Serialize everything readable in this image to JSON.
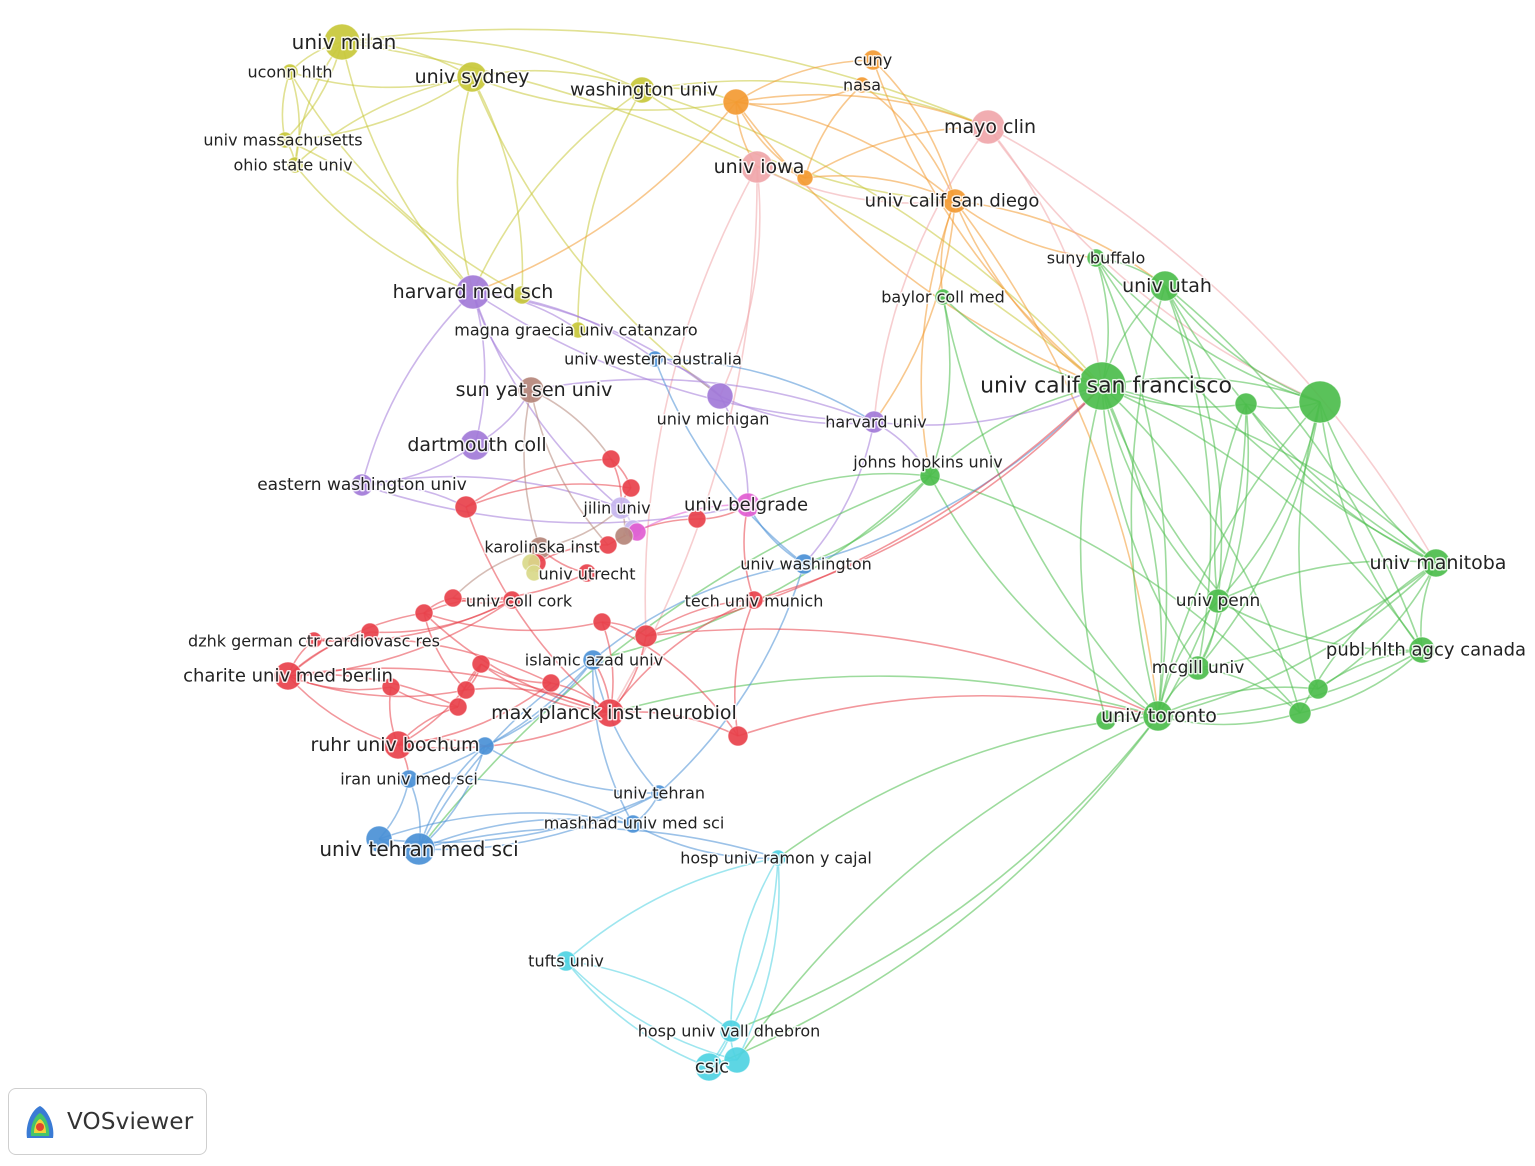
{
  "brand": {
    "name": "VOSviewer",
    "icon": "vosviewer-logo-icon"
  },
  "clusters": {
    "red": "#e8414b",
    "green": "#4cbd4c",
    "blue": "#4a90d6",
    "yellow": "#c8c83a",
    "purple": "#a27ad8",
    "cyan": "#4fd2e2",
    "orange": "#f39a32",
    "brown": "#b5867a",
    "pink": "#f0a6aa",
    "magenta": "#e15cd1",
    "lightyellow": "#d9d98a",
    "lightpurple": "#c7b6ef"
  },
  "nodes": [
    {
      "id": "milan",
      "label": "univ milan",
      "cluster": "yellow",
      "weight": 18
    },
    {
      "id": "uconn",
      "label": "uconn hlth",
      "cluster": "yellow",
      "weight": 8
    },
    {
      "id": "sydney",
      "label": "univ sydney",
      "cluster": "yellow",
      "weight": 15
    },
    {
      "id": "umass",
      "label": "univ massachusetts",
      "cluster": "yellow",
      "weight": 8
    },
    {
      "id": "ohio",
      "label": "ohio state univ",
      "cluster": "yellow",
      "weight": 8
    },
    {
      "id": "wash",
      "label": "washington univ",
      "cluster": "yellow",
      "weight": 13
    },
    {
      "id": "magna",
      "label": "magna graecia univ catanzaro",
      "cluster": "yellow",
      "weight": 8
    },
    {
      "id": "hms_y",
      "label": "",
      "cluster": "yellow",
      "weight": 9
    },
    {
      "id": "cuny",
      "label": "cuny",
      "cluster": "orange",
      "weight": 10
    },
    {
      "id": "nasa",
      "label": "nasa",
      "cluster": "orange",
      "weight": 8
    },
    {
      "id": "org1",
      "label": "",
      "cluster": "orange",
      "weight": 13
    },
    {
      "id": "org2",
      "label": "",
      "cluster": "orange",
      "weight": 8
    },
    {
      "id": "ucsd",
      "label": "univ calif san diego",
      "cluster": "orange",
      "weight": 12
    },
    {
      "id": "mayo",
      "label": "mayo clin",
      "cluster": "pink",
      "weight": 17
    },
    {
      "id": "iowa",
      "label": "univ iowa",
      "cluster": "pink",
      "weight": 16
    },
    {
      "id": "hms",
      "label": "harvard med sch",
      "cluster": "purple",
      "weight": 17
    },
    {
      "id": "dartmouth",
      "label": "dartmouth coll",
      "cluster": "purple",
      "weight": 15
    },
    {
      "id": "ewu",
      "label": "eastern washington univ",
      "cluster": "purple",
      "weight": 11
    },
    {
      "id": "umich",
      "label": "univ michigan",
      "cluster": "purple",
      "weight": 13
    },
    {
      "id": "harvard",
      "label": "harvard univ",
      "cluster": "purple",
      "weight": 11
    },
    {
      "id": "sysu",
      "label": "sun yat sen univ",
      "cluster": "brown",
      "weight": 13
    },
    {
      "id": "belgrade",
      "label": "univ belgrade",
      "cluster": "magenta",
      "weight": 12
    },
    {
      "id": "jilin",
      "label": "jilin univ",
      "cluster": "lightpurple",
      "weight": 11
    },
    {
      "id": "ucsf",
      "label": "univ calif san francisco",
      "cluster": "green",
      "weight": 24
    },
    {
      "id": "g_big",
      "label": "",
      "cluster": "green",
      "weight": 21
    },
    {
      "id": "g_mid",
      "label": "",
      "cluster": "green",
      "weight": 11
    },
    {
      "id": "utah",
      "label": "univ utah",
      "cluster": "green",
      "weight": 15
    },
    {
      "id": "buffalo",
      "label": "suny buffalo",
      "cluster": "green",
      "weight": 9
    },
    {
      "id": "baylor",
      "label": "baylor coll med",
      "cluster": "green",
      "weight": 8
    },
    {
      "id": "jhu",
      "label": "johns hopkins univ",
      "cluster": "green",
      "weight": 10
    },
    {
      "id": "manitoba",
      "label": "univ manitoba",
      "cluster": "green",
      "weight": 14
    },
    {
      "id": "penn",
      "label": "univ penn",
      "cluster": "green",
      "weight": 12
    },
    {
      "id": "phac",
      "label": "publ hlth agcy canada",
      "cluster": "green",
      "weight": 13
    },
    {
      "id": "mcgill",
      "label": "mcgill univ",
      "cluster": "green",
      "weight": 12
    },
    {
      "id": "toronto",
      "label": "univ toronto",
      "cluster": "green",
      "weight": 15
    },
    {
      "id": "g_a",
      "label": "",
      "cluster": "green",
      "weight": 10
    },
    {
      "id": "g_b",
      "label": "",
      "cluster": "green",
      "weight": 11
    },
    {
      "id": "g_c",
      "label": "",
      "cluster": "green",
      "weight": 10
    },
    {
      "id": "uwa",
      "label": "univ western australia",
      "cluster": "blue",
      "weight": 8
    },
    {
      "id": "uwash",
      "label": "univ washington",
      "cluster": "blue",
      "weight": 10
    },
    {
      "id": "azad",
      "label": "islamic azad univ",
      "cluster": "blue",
      "weight": 10
    },
    {
      "id": "iran",
      "label": "iran univ med sci",
      "cluster": "blue",
      "weight": 9
    },
    {
      "id": "tehran",
      "label": "univ tehran",
      "cluster": "blue",
      "weight": 8
    },
    {
      "id": "mashhad",
      "label": "mashhad univ med sci",
      "cluster": "blue",
      "weight": 9
    },
    {
      "id": "tums",
      "label": "univ tehran med sci",
      "cluster": "blue",
      "weight": 16
    },
    {
      "id": "b_left",
      "label": "",
      "cluster": "blue",
      "weight": 13
    },
    {
      "id": "b_ruhr",
      "label": "",
      "cluster": "blue",
      "weight": 9
    },
    {
      "id": "ramon",
      "label": "hosp univ ramon y cajal",
      "cluster": "cyan",
      "weight": 8
    },
    {
      "id": "tufts",
      "label": "tufts univ",
      "cluster": "cyan",
      "weight": 10
    },
    {
      "id": "vall",
      "label": "hosp univ vall dhebron",
      "cluster": "cyan",
      "weight": 11
    },
    {
      "id": "csic",
      "label": "csic",
      "cluster": "cyan",
      "weight": 14
    },
    {
      "id": "c_x",
      "label": "",
      "cluster": "cyan",
      "weight": 13
    },
    {
      "id": "karolinska",
      "label": "karolinska inst",
      "cluster": "brown",
      "weight": 11
    },
    {
      "id": "utrecht",
      "label": "univ utrecht",
      "cluster": "red",
      "weight": 9
    },
    {
      "id": "cork",
      "label": "univ coll cork",
      "cluster": "red",
      "weight": 9
    },
    {
      "id": "tum",
      "label": "tech univ munich",
      "cluster": "red",
      "weight": 9
    },
    {
      "id": "dzhk",
      "label": "dzhk german ctr cardiovasc res",
      "cluster": "red",
      "weight": 8
    },
    {
      "id": "charite",
      "label": "charite univ med berlin",
      "cluster": "red",
      "weight": 14
    },
    {
      "id": "mpi",
      "label": "max planck inst neurobiol",
      "cluster": "red",
      "weight": 14
    },
    {
      "id": "ruhr",
      "label": "ruhr univ bochum",
      "cluster": "red",
      "weight": 14
    },
    {
      "id": "r1",
      "label": "",
      "cluster": "red",
      "weight": 9
    },
    {
      "id": "r2",
      "label": "",
      "cluster": "red",
      "weight": 9
    },
    {
      "id": "r3",
      "label": "",
      "cluster": "red",
      "weight": 9
    },
    {
      "id": "r4",
      "label": "",
      "cluster": "red",
      "weight": 9
    },
    {
      "id": "r5",
      "label": "",
      "cluster": "red",
      "weight": 9
    },
    {
      "id": "r6",
      "label": "",
      "cluster": "red",
      "weight": 9
    },
    {
      "id": "r7",
      "label": "",
      "cluster": "red",
      "weight": 11
    },
    {
      "id": "r8",
      "label": "",
      "cluster": "red",
      "weight": 10
    },
    {
      "id": "r9",
      "label": "",
      "cluster": "red",
      "weight": 9
    },
    {
      "id": "r10",
      "label": "",
      "cluster": "red",
      "weight": 9
    },
    {
      "id": "r11",
      "label": "",
      "cluster": "red",
      "weight": 9
    },
    {
      "id": "r12",
      "label": "",
      "cluster": "red",
      "weight": 9
    },
    {
      "id": "r13",
      "label": "",
      "cluster": "red",
      "weight": 11
    },
    {
      "id": "r14",
      "label": "",
      "cluster": "red",
      "weight": 9
    },
    {
      "id": "r15",
      "label": "",
      "cluster": "red",
      "weight": 9
    },
    {
      "id": "r16",
      "label": "",
      "cluster": "red",
      "weight": 9
    },
    {
      "id": "r17",
      "label": "",
      "cluster": "red",
      "weight": 9
    },
    {
      "id": "ly1",
      "label": "",
      "cluster": "lightyellow",
      "weight": 9
    },
    {
      "id": "ly2",
      "label": "",
      "cluster": "lightyellow",
      "weight": 8
    },
    {
      "id": "lp1",
      "label": "",
      "cluster": "lightpurple",
      "weight": 9
    },
    {
      "id": "mg1",
      "label": "",
      "cluster": "magenta",
      "weight": 9
    },
    {
      "id": "br1",
      "label": "",
      "cluster": "brown",
      "weight": 9
    }
  ],
  "edges": [
    [
      "milan",
      "sydney"
    ],
    [
      "milan",
      "uconn"
    ],
    [
      "milan",
      "umass"
    ],
    [
      "milan",
      "ohio"
    ],
    [
      "milan",
      "wash"
    ],
    [
      "milan",
      "hms"
    ],
    [
      "milan",
      "mayo"
    ],
    [
      "uconn",
      "umass"
    ],
    [
      "uconn",
      "ohio"
    ],
    [
      "uconn",
      "sydney"
    ],
    [
      "umass",
      "ohio"
    ],
    [
      "umass",
      "sydney"
    ],
    [
      "ohio",
      "sydney"
    ],
    [
      "ohio",
      "hms"
    ],
    [
      "sydney",
      "wash"
    ],
    [
      "sydney",
      "hms"
    ],
    [
      "sydney",
      "hms_y"
    ],
    [
      "sydney",
      "org1"
    ],
    [
      "wash",
      "org1"
    ],
    [
      "wash",
      "hms"
    ],
    [
      "wash",
      "mayo"
    ],
    [
      "wash",
      "ucsd"
    ],
    [
      "wash",
      "ucsf"
    ],
    [
      "wash",
      "magna"
    ],
    [
      "umass",
      "hms"
    ],
    [
      "uconn",
      "hms_y"
    ],
    [
      "milan",
      "ucsf"
    ],
    [
      "sydney",
      "umich"
    ],
    [
      "org1",
      "cuny"
    ],
    [
      "org1",
      "nasa"
    ],
    [
      "org1",
      "mayo"
    ],
    [
      "org1",
      "iowa"
    ],
    [
      "org1",
      "ucsd"
    ],
    [
      "org1",
      "ucsf"
    ],
    [
      "org1",
      "hms"
    ],
    [
      "org1",
      "org2"
    ],
    [
      "cuny",
      "ucsd"
    ],
    [
      "cuny",
      "ucsf"
    ],
    [
      "nasa",
      "ucsd"
    ],
    [
      "nasa",
      "org2"
    ],
    [
      "org2",
      "ucsd"
    ],
    [
      "org2",
      "iowa"
    ],
    [
      "org2",
      "mayo"
    ],
    [
      "ucsd",
      "ucsf"
    ],
    [
      "ucsd",
      "utah"
    ],
    [
      "ucsd",
      "baylor"
    ],
    [
      "ucsd",
      "toronto"
    ],
    [
      "ucsd",
      "buffalo"
    ],
    [
      "ucsd",
      "harvard"
    ],
    [
      "ucsd",
      "jhu"
    ],
    [
      "mayo",
      "ucsf"
    ],
    [
      "mayo",
      "harvard"
    ],
    [
      "mayo",
      "manitoba"
    ],
    [
      "mayo",
      "g_big"
    ],
    [
      "iowa",
      "umich"
    ],
    [
      "iowa",
      "r13"
    ],
    [
      "iowa",
      "mpi"
    ],
    [
      "iowa",
      "ucsd"
    ],
    [
      "hms",
      "dartmouth"
    ],
    [
      "hms",
      "ewu"
    ],
    [
      "hms",
      "umich"
    ],
    [
      "hms",
      "harvard"
    ],
    [
      "hms",
      "magna"
    ],
    [
      "hms",
      "sysu"
    ],
    [
      "hms",
      "uwa"
    ],
    [
      "hms",
      "jilin"
    ],
    [
      "dartmouth",
      "ewu"
    ],
    [
      "dartmouth",
      "sysu"
    ],
    [
      "ewu",
      "jilin"
    ],
    [
      "ewu",
      "belgrade"
    ],
    [
      "ewu",
      "r7"
    ],
    [
      "umich",
      "harvard"
    ],
    [
      "umich",
      "belgrade"
    ],
    [
      "umich",
      "uwa"
    ],
    [
      "harvard",
      "jhu"
    ],
    [
      "harvard",
      "ucsf"
    ],
    [
      "harvard",
      "uwash"
    ],
    [
      "harvard",
      "sysu"
    ],
    [
      "ucsf",
      "g_big"
    ],
    [
      "ucsf",
      "g_mid"
    ],
    [
      "ucsf",
      "utah"
    ],
    [
      "ucsf",
      "buffalo"
    ],
    [
      "ucsf",
      "baylor"
    ],
    [
      "ucsf",
      "jhu"
    ],
    [
      "ucsf",
      "manitoba"
    ],
    [
      "ucsf",
      "penn"
    ],
    [
      "ucsf",
      "phac"
    ],
    [
      "ucsf",
      "mcgill"
    ],
    [
      "ucsf",
      "toronto"
    ],
    [
      "ucsf",
      "g_a"
    ],
    [
      "ucsf",
      "g_b"
    ],
    [
      "ucsf",
      "g_c"
    ],
    [
      "g_big",
      "utah"
    ],
    [
      "g_big",
      "manitoba"
    ],
    [
      "g_big",
      "penn"
    ],
    [
      "g_big",
      "phac"
    ],
    [
      "g_big",
      "mcgill"
    ],
    [
      "g_big",
      "toronto"
    ],
    [
      "g_big",
      "g_mid"
    ],
    [
      "g_big",
      "g_a"
    ],
    [
      "g_big",
      "buffalo"
    ],
    [
      "g_mid",
      "penn"
    ],
    [
      "g_mid",
      "toronto"
    ],
    [
      "g_mid",
      "manitoba"
    ],
    [
      "g_mid",
      "mcgill"
    ],
    [
      "utah",
      "toronto"
    ],
    [
      "utah",
      "penn"
    ],
    [
      "utah",
      "manitoba"
    ],
    [
      "utah",
      "phac"
    ],
    [
      "utah",
      "buffalo"
    ],
    [
      "utah",
      "mcgill"
    ],
    [
      "buffalo",
      "manitoba"
    ],
    [
      "buffalo",
      "toronto"
    ],
    [
      "baylor",
      "toronto"
    ],
    [
      "baylor",
      "jhu"
    ],
    [
      "manitoba",
      "phac"
    ],
    [
      "manitoba",
      "toronto"
    ],
    [
      "manitoba",
      "penn"
    ],
    [
      "manitoba",
      "g_a"
    ],
    [
      "manitoba",
      "g_b"
    ],
    [
      "manitoba",
      "mcgill"
    ],
    [
      "penn",
      "toronto"
    ],
    [
      "penn",
      "mcgill"
    ],
    [
      "penn",
      "phac"
    ],
    [
      "phac",
      "toronto"
    ],
    [
      "phac",
      "g_a"
    ],
    [
      "phac",
      "g_b"
    ],
    [
      "mcgill",
      "toronto"
    ],
    [
      "mcgill",
      "g_b"
    ],
    [
      "toronto",
      "g_c"
    ],
    [
      "toronto",
      "g_a"
    ],
    [
      "toronto",
      "g_b"
    ],
    [
      "toronto",
      "csic"
    ],
    [
      "toronto",
      "c_x"
    ],
    [
      "toronto",
      "vall"
    ],
    [
      "toronto",
      "ramon"
    ],
    [
      "toronto",
      "jhu"
    ],
    [
      "toronto",
      "mpi"
    ],
    [
      "jhu",
      "uwash"
    ],
    [
      "jhu",
      "belgrade"
    ],
    [
      "jhu",
      "azad"
    ],
    [
      "jhu",
      "tums"
    ],
    [
      "jhu",
      "g_b"
    ],
    [
      "uwa",
      "uwash"
    ],
    [
      "uwa",
      "harvard"
    ],
    [
      "uwash",
      "azad"
    ],
    [
      "uwash",
      "tehran"
    ],
    [
      "uwash",
      "ucsf"
    ],
    [
      "uwash",
      "belgrade"
    ],
    [
      "azad",
      "tums"
    ],
    [
      "azad",
      "iran"
    ],
    [
      "azad",
      "mashhad"
    ],
    [
      "azad",
      "b_ruhr"
    ],
    [
      "azad",
      "tehran"
    ],
    [
      "tums",
      "b_left"
    ],
    [
      "tums",
      "iran"
    ],
    [
      "tums",
      "mashhad"
    ],
    [
      "tums",
      "tehran"
    ],
    [
      "tums",
      "b_ruhr"
    ],
    [
      "b_left",
      "iran"
    ],
    [
      "b_left",
      "mashhad"
    ],
    [
      "b_left",
      "tehran"
    ],
    [
      "iran",
      "mashhad"
    ],
    [
      "b_ruhr",
      "tehran"
    ],
    [
      "b_ruhr",
      "tums"
    ],
    [
      "mashhad",
      "tehran"
    ],
    [
      "tums",
      "ramon"
    ],
    [
      "mashhad",
      "ramon"
    ],
    [
      "ramon",
      "csic"
    ],
    [
      "ramon",
      "vall"
    ],
    [
      "ramon",
      "c_x"
    ],
    [
      "tufts",
      "csic"
    ],
    [
      "tufts",
      "vall"
    ],
    [
      "tufts",
      "c_x"
    ],
    [
      "vall",
      "csic"
    ],
    [
      "vall",
      "c_x"
    ],
    [
      "csic",
      "c_x"
    ],
    [
      "ramon",
      "tufts"
    ],
    [
      "charite",
      "dzhk"
    ],
    [
      "charite",
      "ruhr"
    ],
    [
      "charite",
      "r1"
    ],
    [
      "charite",
      "r2"
    ],
    [
      "charite",
      "mpi"
    ],
    [
      "charite",
      "cork"
    ],
    [
      "charite",
      "r3"
    ],
    [
      "charite",
      "r4"
    ],
    [
      "ruhr",
      "r2"
    ],
    [
      "ruhr",
      "mpi"
    ],
    [
      "ruhr",
      "r3"
    ],
    [
      "ruhr",
      "r5"
    ],
    [
      "ruhr",
      "b_ruhr"
    ],
    [
      "ruhr",
      "r6"
    ],
    [
      "ruhr",
      "iran"
    ],
    [
      "mpi",
      "r13"
    ],
    [
      "mpi",
      "tum"
    ],
    [
      "mpi",
      "r6"
    ],
    [
      "mpi",
      "r5"
    ],
    [
      "mpi",
      "azad"
    ],
    [
      "mpi",
      "r8"
    ],
    [
      "mpi",
      "r14"
    ],
    [
      "mpi",
      "r9"
    ],
    [
      "dzhk",
      "r1"
    ],
    [
      "dzhk",
      "r6"
    ],
    [
      "r1",
      "cork"
    ],
    [
      "cork",
      "r10"
    ],
    [
      "cork",
      "r9"
    ],
    [
      "r9",
      "r10"
    ],
    [
      "r10",
      "utrecht"
    ],
    [
      "utrecht",
      "karolinska"
    ],
    [
      "r11",
      "r7"
    ],
    [
      "r11",
      "r12"
    ],
    [
      "r12",
      "jilin"
    ],
    [
      "r13",
      "tum"
    ],
    [
      "r13",
      "r14"
    ],
    [
      "tum",
      "belgrade"
    ],
    [
      "tum",
      "r8"
    ],
    [
      "r14",
      "r8"
    ],
    [
      "r5",
      "r6"
    ],
    [
      "r3",
      "r5"
    ],
    [
      "r4",
      "r5"
    ],
    [
      "r4",
      "r9"
    ],
    [
      "r2",
      "r3"
    ],
    [
      "r7",
      "r12"
    ],
    [
      "r7",
      "mpi"
    ],
    [
      "r11",
      "jilin"
    ],
    [
      "r9",
      "r14"
    ],
    [
      "charite",
      "r9"
    ],
    [
      "dzhk",
      "cork"
    ],
    [
      "karolinska",
      "r15"
    ],
    [
      "karolinska",
      "jilin"
    ],
    [
      "karolinska",
      "sysu"
    ],
    [
      "karolinska",
      "r10"
    ],
    [
      "sysu",
      "r11"
    ],
    [
      "sysu",
      "r16"
    ],
    [
      "r16",
      "r17"
    ],
    [
      "r17",
      "belgrade"
    ],
    [
      "r15",
      "r16"
    ],
    [
      "ly1",
      "ly2"
    ],
    [
      "ly1",
      "karolinska"
    ],
    [
      "lp1",
      "jilin"
    ],
    [
      "mg1",
      "belgrade"
    ],
    [
      "br1",
      "jilin"
    ],
    [
      "r13",
      "toronto"
    ],
    [
      "r13",
      "ucsf"
    ],
    [
      "r8",
      "toronto"
    ],
    [
      "tum",
      "ucsf"
    ],
    [
      "r4",
      "mpi"
    ]
  ]
}
